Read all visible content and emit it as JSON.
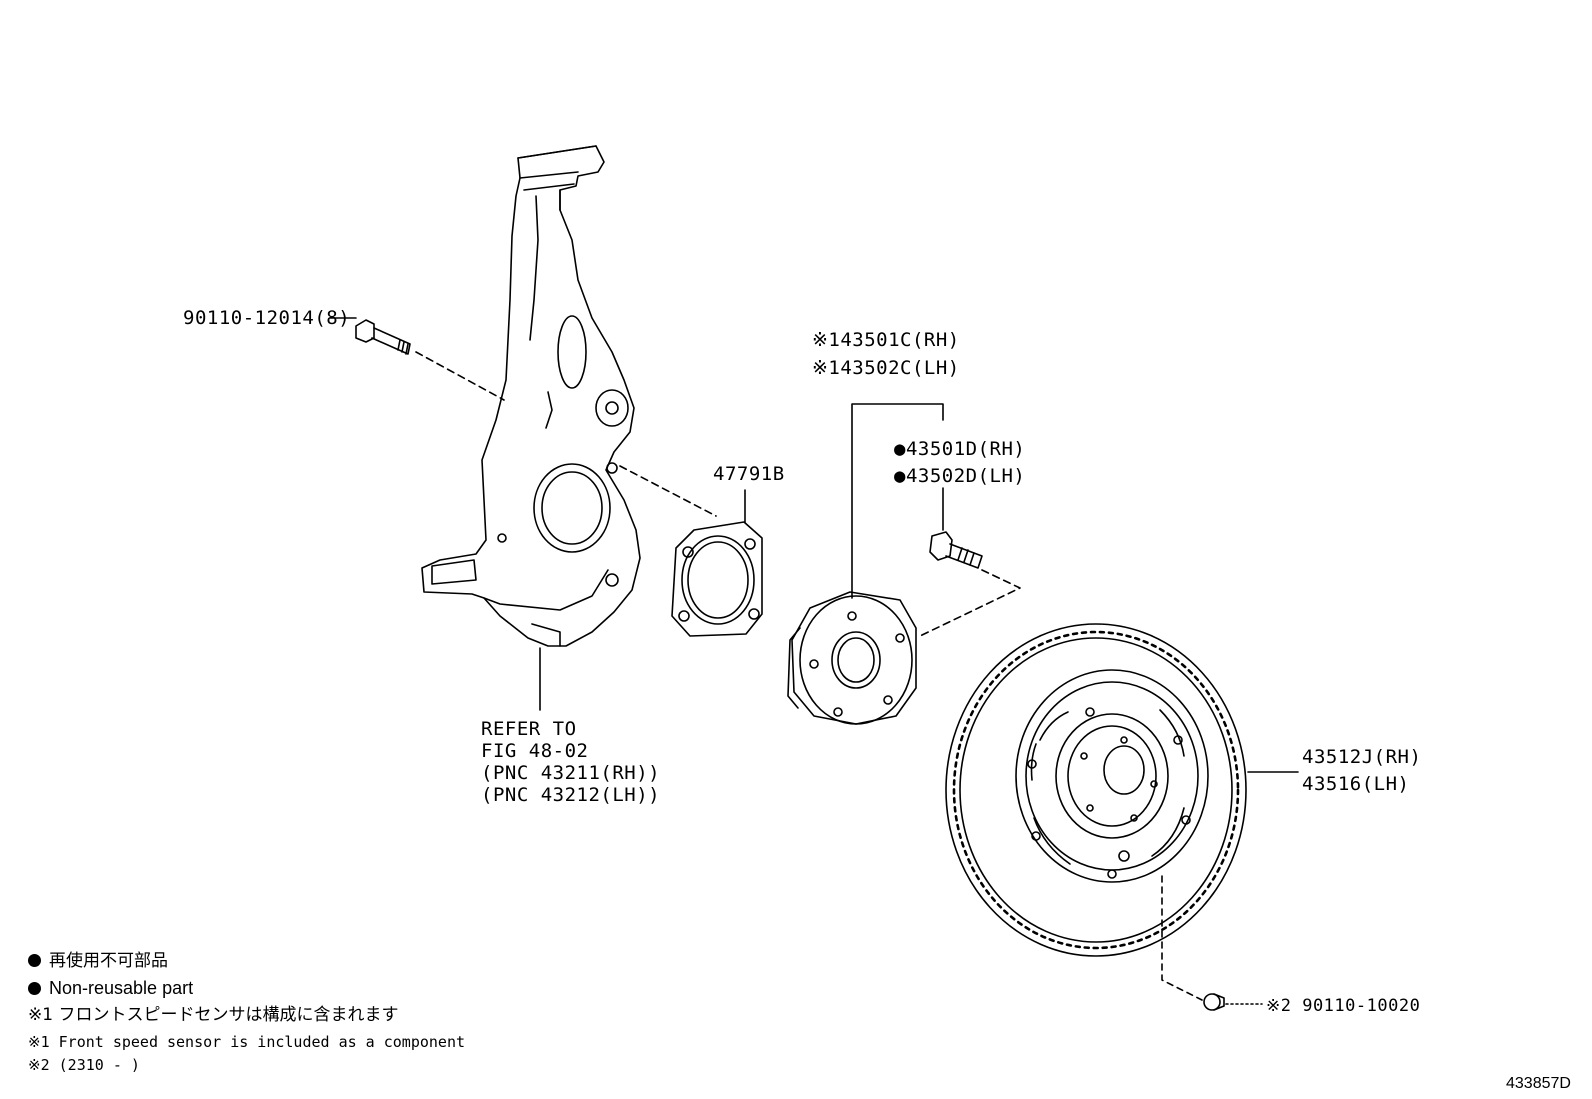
{
  "callouts": {
    "bolt": "90110-12014(8)",
    "hub_rh": "※143501C(RH)",
    "hub_lh": "※143502C(LH)",
    "stud_rh": "●43501D(RH)",
    "stud_lh": "●43502D(LH)",
    "gasket": "47791B",
    "knuckle_ref": [
      "REFER TO",
      "FIG 48-02",
      "(PNC 43211(RH))",
      "(PNC 43212(LH))"
    ],
    "disc_rh": "43512J(RH)",
    "disc_lh": "43516(LH)",
    "screw": "※2 90110-10020"
  },
  "legend": {
    "non_reusable_jp": "再使用不可部品",
    "non_reusable_en": "Non-reusable part",
    "note1_jp": "※1 フロントスピードセンサは構成に含まれます",
    "note1_en": "※1 Front speed sensor is included  as a component",
    "note2": "※2 (2310 -      )"
  },
  "figure_code": "433857D"
}
